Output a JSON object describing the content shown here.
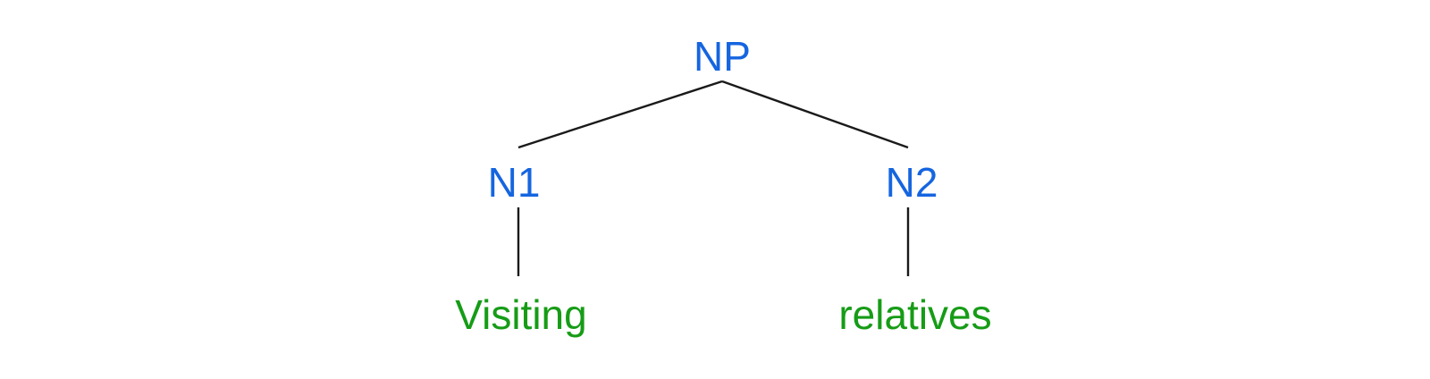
{
  "tree": {
    "root": {
      "label": "NP"
    },
    "left_child": {
      "label": "N1",
      "word": "Visiting"
    },
    "right_child": {
      "label": "N2",
      "word": "relatives"
    }
  },
  "colors": {
    "category": "#1565e0",
    "word": "#169c16",
    "branch": "#1a1a1a"
  }
}
